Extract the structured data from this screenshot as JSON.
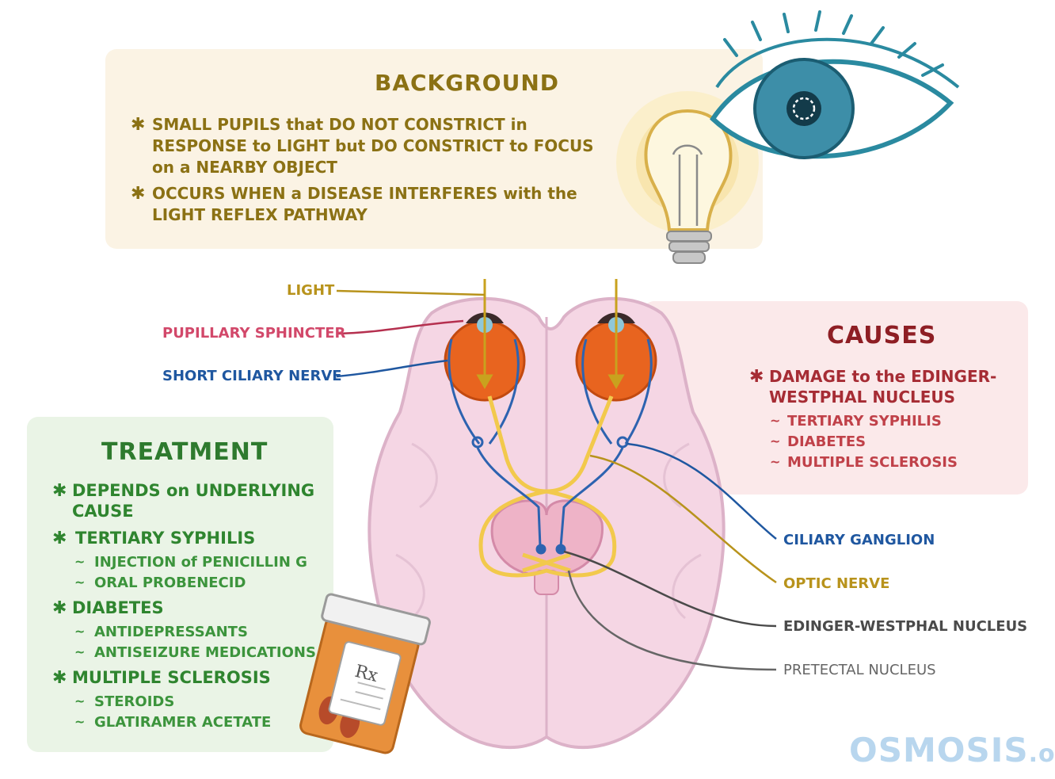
{
  "background": {
    "title": "BACKGROUND",
    "bullet1_line1": "SMALL PUPILS that DO NOT CONSTRICT in",
    "bullet1_line2": "RESPONSE to LIGHT but DO CONSTRICT to FOCUS",
    "bullet1_line3": "on a NEARBY OBJECT",
    "bullet2_line1": "OCCURS WHEN a DISEASE INTERFERES with the",
    "bullet2_line2": "LIGHT REFLEX PATHWAY"
  },
  "causes": {
    "title": "CAUSES",
    "main_line1": "DAMAGE to the EDINGER-",
    "main_line2": "WESTPHAL NUCLEUS",
    "subs": [
      "TERTIARY SYPHILIS",
      "DIABETES",
      "MULTIPLE SCLEROSIS"
    ]
  },
  "treatment": {
    "title": "TREATMENT",
    "b1_line1": "DEPENDS on UNDERLYING",
    "b1_line2": "CAUSE",
    "b2": "TERTIARY SYPHILIS",
    "b2_subs": [
      "INJECTION of PENICILLIN G",
      "ORAL PROBENECID"
    ],
    "b3": "DIABETES",
    "b3_subs": [
      "ANTIDEPRESSANTS",
      "ANTISEIZURE MEDICATIONS"
    ],
    "b4": "MULTIPLE SCLEROSIS",
    "b4_subs": [
      "STEROIDS",
      "GLATIRAMER ACETATE"
    ]
  },
  "labels": {
    "light": "LIGHT",
    "pupillary_sphincter": "PUPILLARY SPHINCTER",
    "short_ciliary_nerve": "SHORT CILIARY NERVE",
    "ciliary_ganglion": "CILIARY GANGLION",
    "optic_nerve": "OPTIC NERVE",
    "edinger_westphal": "EDINGER-WESTPHAL NUCLEUS",
    "pretectal": "PRETECTAL NUCLEUS"
  },
  "rx": "Rx",
  "logo": {
    "main": "OSMOSIS",
    "suffix": ".org"
  },
  "colors": {
    "light_line": "#b8931c",
    "sphincter_line": "#b5304f",
    "nerve_blue": "#1f57a0",
    "optic_yellow": "#c9a21e",
    "nucleus_gray": "#4a4a4a",
    "pretectal_gray": "#666666"
  }
}
